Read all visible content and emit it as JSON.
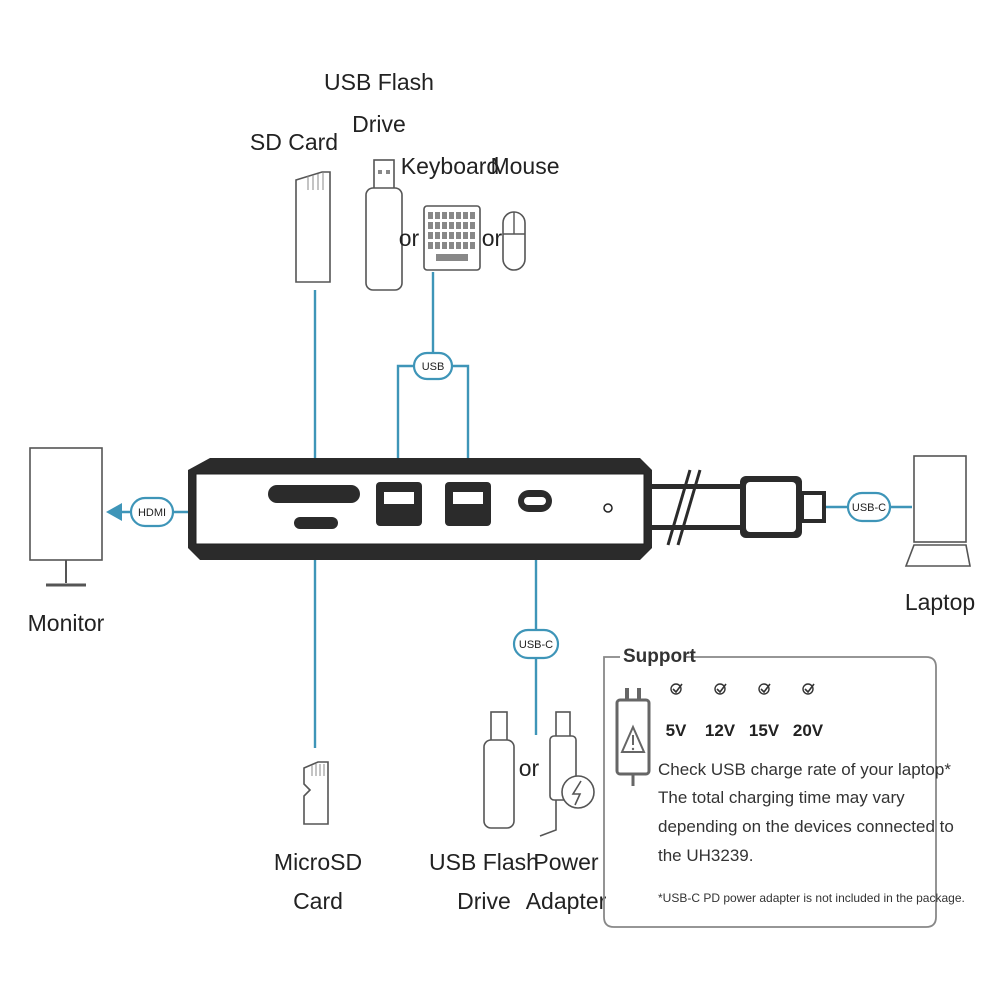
{
  "labels": {
    "sd_card": "SD Card",
    "usb_flash_top": [
      "USB Flash",
      "Drive"
    ],
    "keyboard": "Keyboard",
    "mouse": "Mouse",
    "or": "or",
    "monitor": "Monitor",
    "laptop": "Laptop",
    "microsd": [
      "MicroSD",
      "Card"
    ],
    "usb_flash_bottom": [
      "USB Flash",
      "Drive"
    ],
    "power_adapter": [
      "Power",
      "Adapter"
    ]
  },
  "badges": {
    "usb": "USB",
    "hdmi": "HDMI",
    "usbc_laptop": "USB-C",
    "usbc_power": "USB-C"
  },
  "support": {
    "title": "Support",
    "voltages": [
      "5V",
      "12V",
      "15V",
      "20V"
    ],
    "check_icon": "check-icon",
    "adapter_icon": "power-adapter-warning-icon",
    "lines": [
      "Check USB charge rate of your laptop*",
      "The total charging time may vary",
      "depending on the devices connected to",
      " the UH3239."
    ],
    "footnote": "*USB-C PD power adapter is not included in the package."
  },
  "colors": {
    "cable": "#3e95b8",
    "device_stroke": "#555555",
    "hub_fill": "#2b2b2b"
  }
}
